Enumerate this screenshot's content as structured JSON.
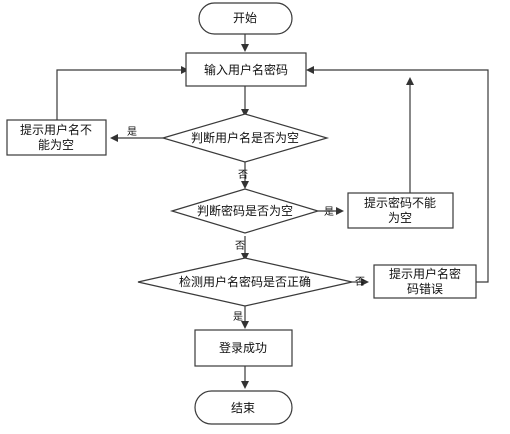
{
  "nodes": {
    "start": "开始",
    "input": "输入用户名密码",
    "check_username": "判断用户名是否为空",
    "check_password": "判断密码是否为空",
    "verify": "检测用户名密码是否正确",
    "prompt_username_line1": "提示用户名不",
    "prompt_username_line2": "能为空",
    "prompt_password_line1": "提示密码不能",
    "prompt_password_line2": "为空",
    "prompt_error_line1": "提示用户名密",
    "prompt_error_line2": "码错误",
    "success": "登录成功",
    "end": "结束"
  },
  "edge_labels": {
    "username_yes": "是",
    "username_no": "否",
    "password_yes": "是",
    "password_no": "否",
    "verify_no": "否",
    "verify_yes": "是"
  }
}
